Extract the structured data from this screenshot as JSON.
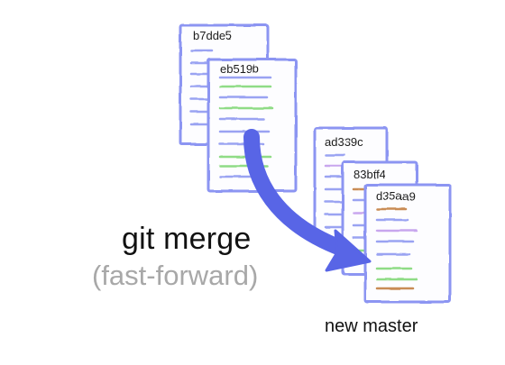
{
  "colors": {
    "outline": "#8c95f2",
    "arrow": "#5865e6",
    "line_blue": "#9aa3f2",
    "line_green": "#8fdc86",
    "line_purple": "#c8a6ee",
    "line_brown": "#c98c55",
    "paper": "#fdfdff"
  },
  "commits_left": [
    {
      "id": "b7dde5"
    },
    {
      "id": "eb519b"
    }
  ],
  "commits_right": [
    {
      "id": "ad339c"
    },
    {
      "id": "83bff4"
    },
    {
      "id": "d35aa9"
    }
  ],
  "operation": {
    "title": "git merge",
    "subtitle": "(fast-forward)"
  },
  "result_label": "new master"
}
